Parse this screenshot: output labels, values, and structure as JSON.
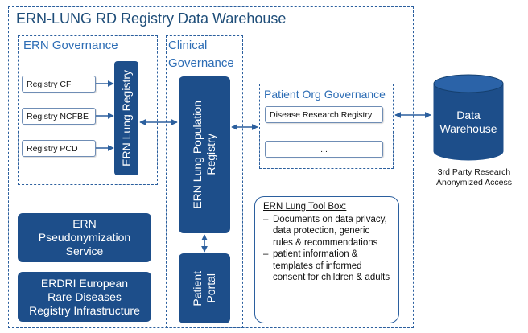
{
  "title": "ERN-LUNG RD Registry Data Warehouse",
  "ern_governance": {
    "title": "ERN Governance",
    "registries": [
      "Registry CF",
      "Registry NCFBE",
      "Registry PCD"
    ],
    "lung_registry": "ERN Lung Registry"
  },
  "clinical_governance": {
    "title": "Clinical\nGovernance",
    "population_registry": "ERN  Lung Population\nRegistry",
    "patient_portal": "Patient\nPortal"
  },
  "patient_org": {
    "title": "Patient Org Governance",
    "items": [
      "Disease Research Registry",
      "..."
    ]
  },
  "data_warehouse": {
    "label": "Data\nWarehouse",
    "caption": "3rd Party Research\nAnonymized Access"
  },
  "services": [
    "ERN\nPseudonymization\nService",
    "ERDRI European\nRare Diseases\nRegistry Infrastructure"
  ],
  "toolbox": {
    "title": "ERN Lung Tool Box:",
    "items": [
      "Documents on data privacy, data protection, generic rules & recommendations",
      "patient information & templates of informed consent for children & adults"
    ]
  },
  "colors": {
    "navy": "#1d4e8a",
    "border": "#2b5f9e",
    "heading": "#2d6db5"
  }
}
